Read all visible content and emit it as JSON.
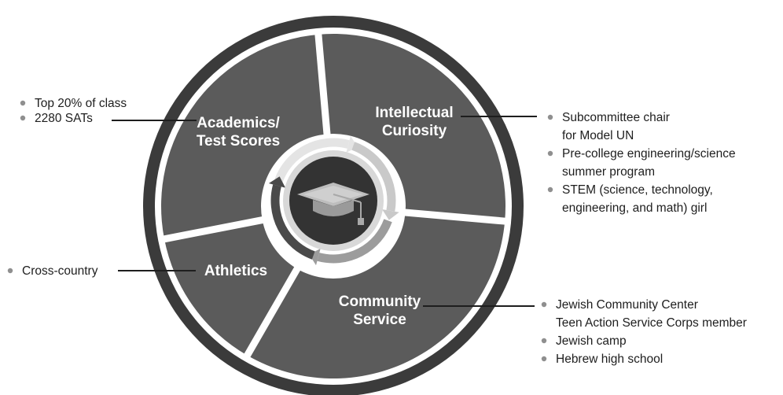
{
  "segments": [
    {
      "name": "academics",
      "lines": [
        "Academics/",
        "Test Scores"
      ]
    },
    {
      "name": "intellectual",
      "lines": [
        "Intellectual",
        "Curiosity"
      ]
    },
    {
      "name": "community",
      "lines": [
        "Community",
        "Service"
      ]
    },
    {
      "name": "athletics",
      "lines": [
        "Athletics"
      ]
    }
  ],
  "notes": {
    "academics": [
      {
        "lines": [
          "Top 20% of class"
        ]
      },
      {
        "lines": [
          "2280 SATs"
        ]
      }
    ],
    "intellectual": [
      {
        "lines": [
          "Subcommittee chair",
          "for Model UN"
        ]
      },
      {
        "lines": [
          "Pre-college engineering/science",
          "summer program"
        ]
      },
      {
        "lines": [
          "STEM (science, technology,",
          "engineering, and math) girl"
        ]
      }
    ],
    "athletics": [
      {
        "lines": [
          "Cross-country"
        ]
      }
    ],
    "community": [
      {
        "lines": [
          "Jewish Community Center",
          "Teen Action Service Corps member"
        ]
      },
      {
        "lines": [
          "Jewish camp"
        ]
      },
      {
        "lines": [
          "Hebrew high school"
        ]
      }
    ]
  },
  "center_icon": "graduation-cap-icon",
  "colors": {
    "ring": "#3b3b3b",
    "segment": "#5b5b5b",
    "separator": "#ffffff",
    "hub": "#333333",
    "arrows": [
      "#e4e4e4",
      "#c9c9c9",
      "#9c9c9c",
      "#4a4a4a"
    ]
  }
}
